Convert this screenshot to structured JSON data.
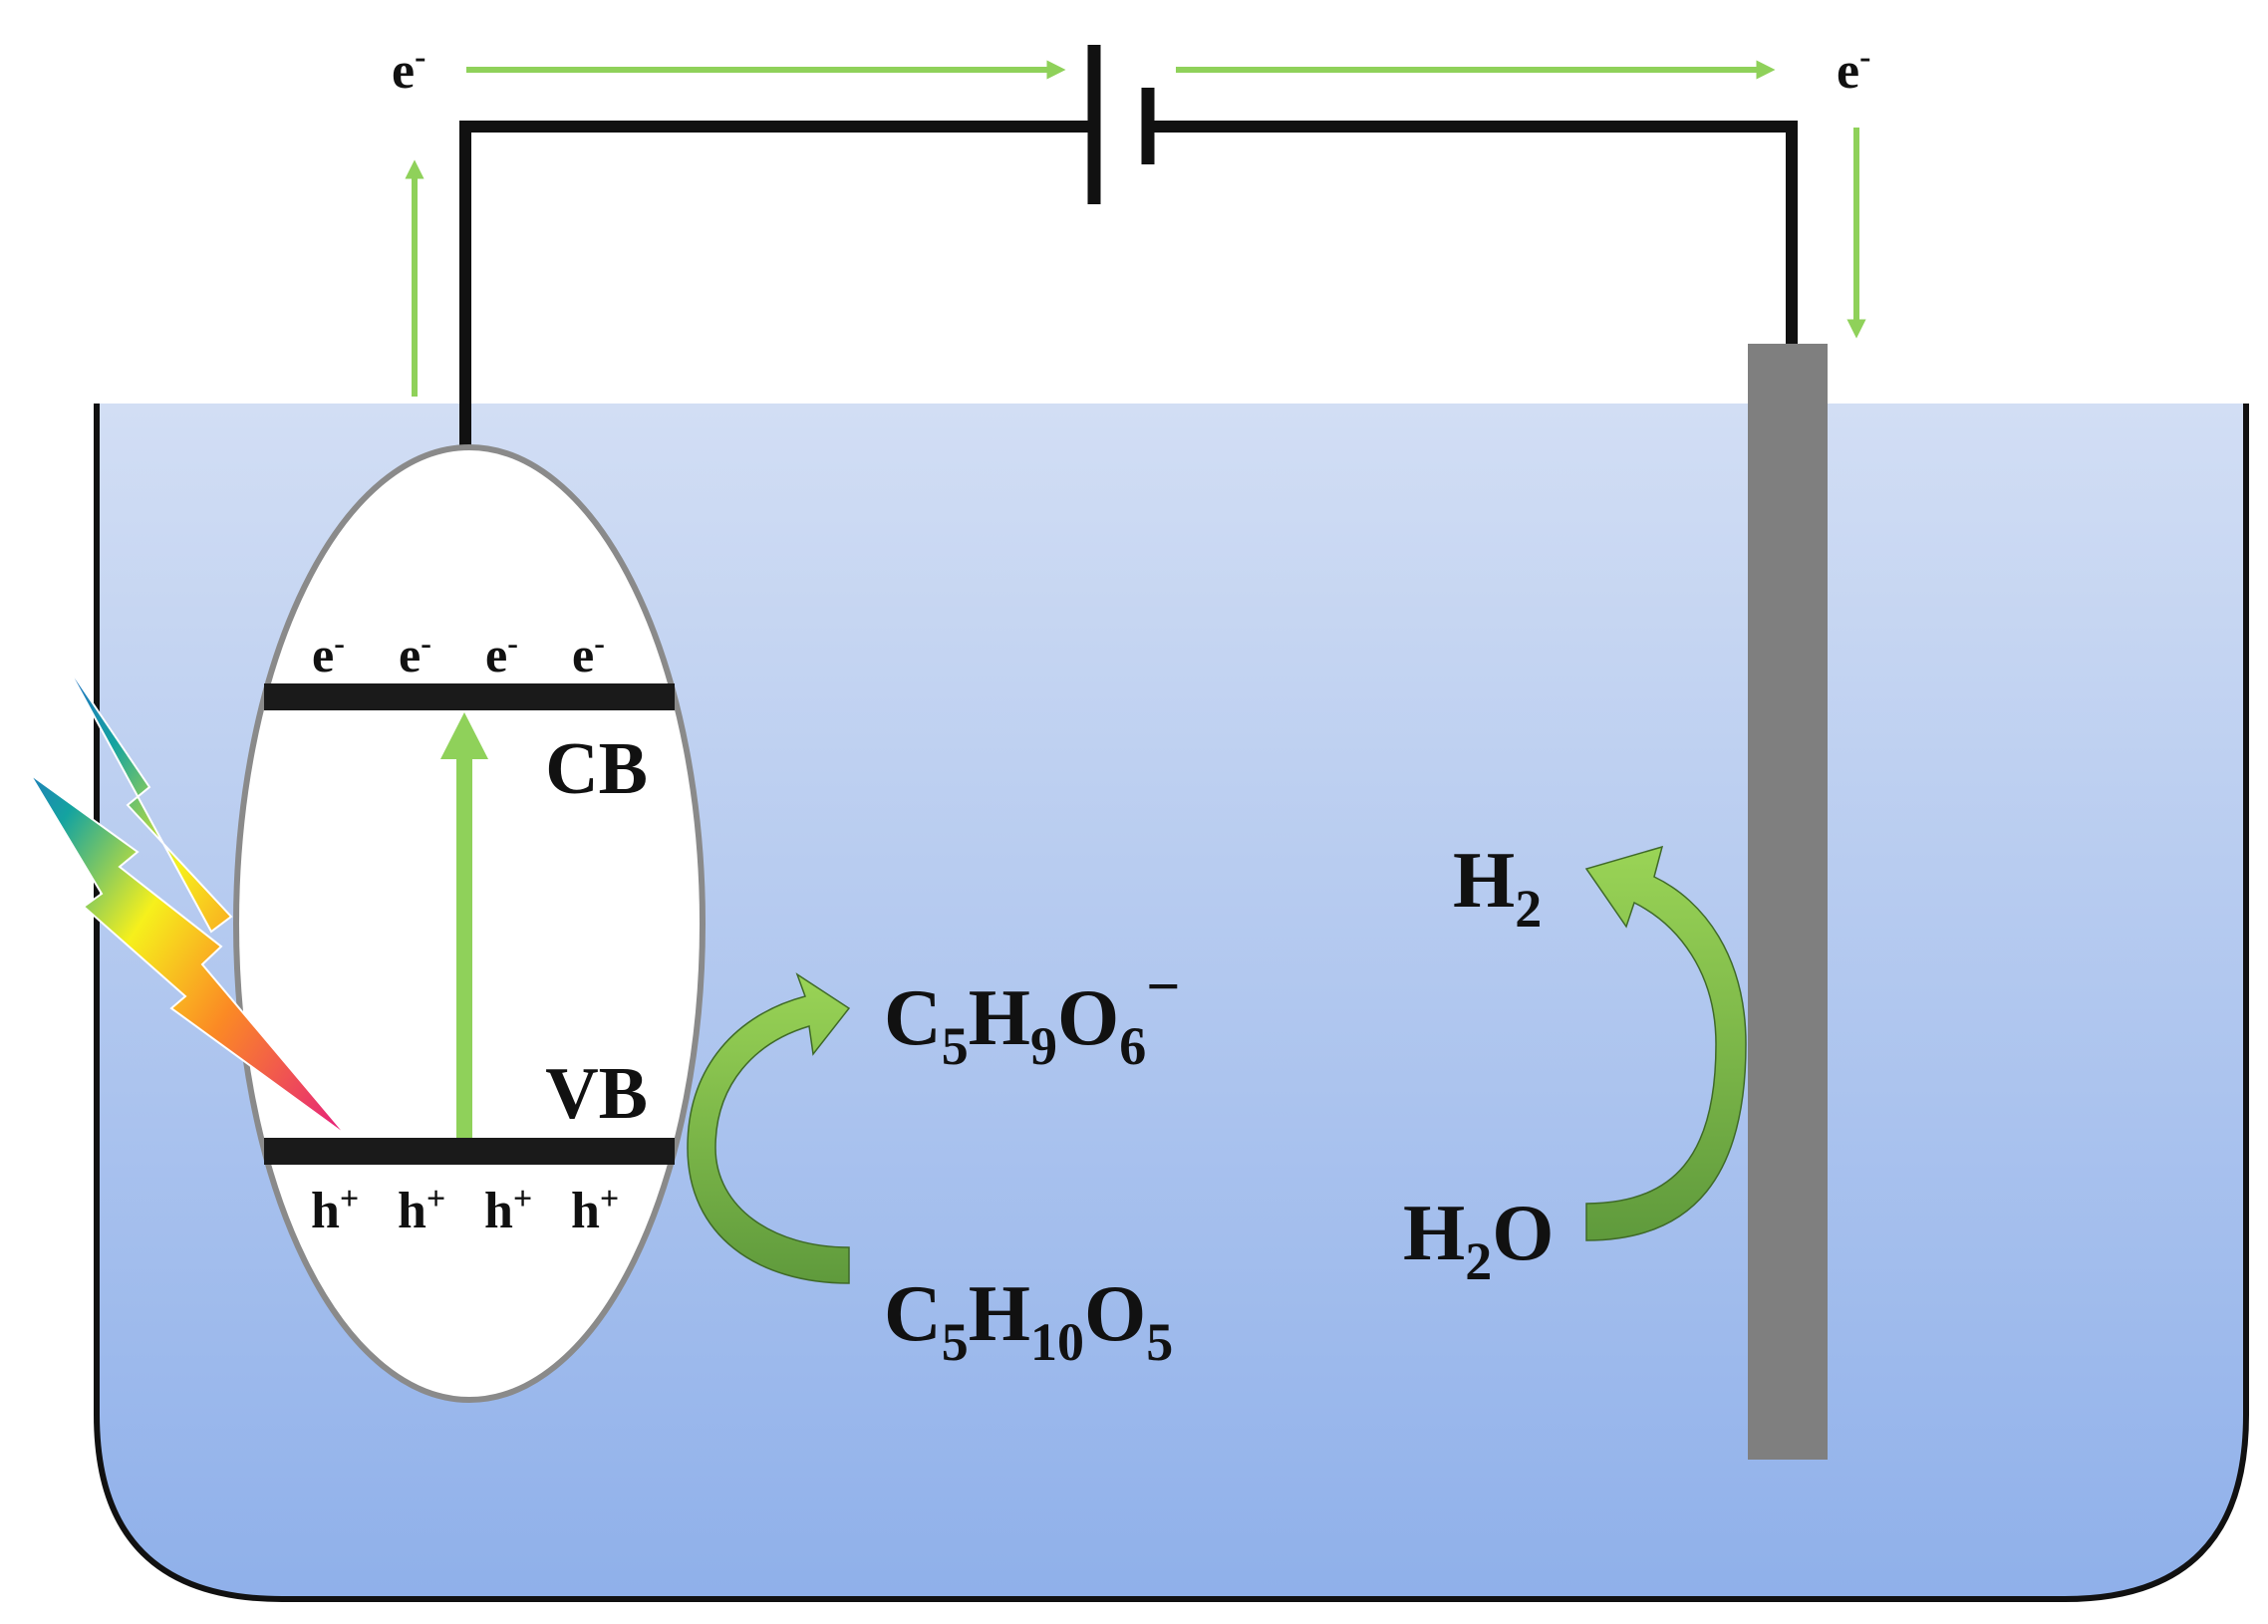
{
  "colors": {
    "water_top": "#d2def4",
    "water_bottom": "#8fb0ea",
    "arrow_green": "#8fd15a",
    "curved_arrow_light": "#9ad456",
    "curved_arrow_dark": "#5f9a3c",
    "electrode": "#7f7f7f",
    "band": "#1a1a1a",
    "particle_outline": "#8a8a8a"
  },
  "wire_labels": {
    "left": {
      "base": "e",
      "sup": "-"
    },
    "right": {
      "base": "e",
      "sup": "-"
    }
  },
  "particle": {
    "electrons": [
      {
        "base": "e",
        "sup": "-"
      },
      {
        "base": "e",
        "sup": "-"
      },
      {
        "base": "e",
        "sup": "-"
      },
      {
        "base": "e",
        "sup": "-"
      }
    ],
    "holes": [
      {
        "base": "h",
        "sup": "+"
      },
      {
        "base": "h",
        "sup": "+"
      },
      {
        "base": "h",
        "sup": "+"
      },
      {
        "base": "h",
        "sup": "+"
      }
    ],
    "cb_label": "CB",
    "vb_label": "VB"
  },
  "anode_reaction": {
    "product": {
      "c": "C",
      "c_sub": "5",
      "h": "H",
      "h_sub": "9",
      "o": "O",
      "o_sub": "6",
      "charge": "−"
    },
    "reactant": {
      "c": "C",
      "c_sub": "5",
      "h": "H",
      "h_sub": "10",
      "o": "O",
      "o_sub": "5"
    }
  },
  "cathode_reaction": {
    "product": {
      "h": "H",
      "h_sub": "2"
    },
    "reactant": {
      "h": "H",
      "h_sub": "2",
      "o": "O"
    }
  },
  "icons": {
    "light": "lightning-bolt-icon",
    "battery": "battery-icon"
  }
}
